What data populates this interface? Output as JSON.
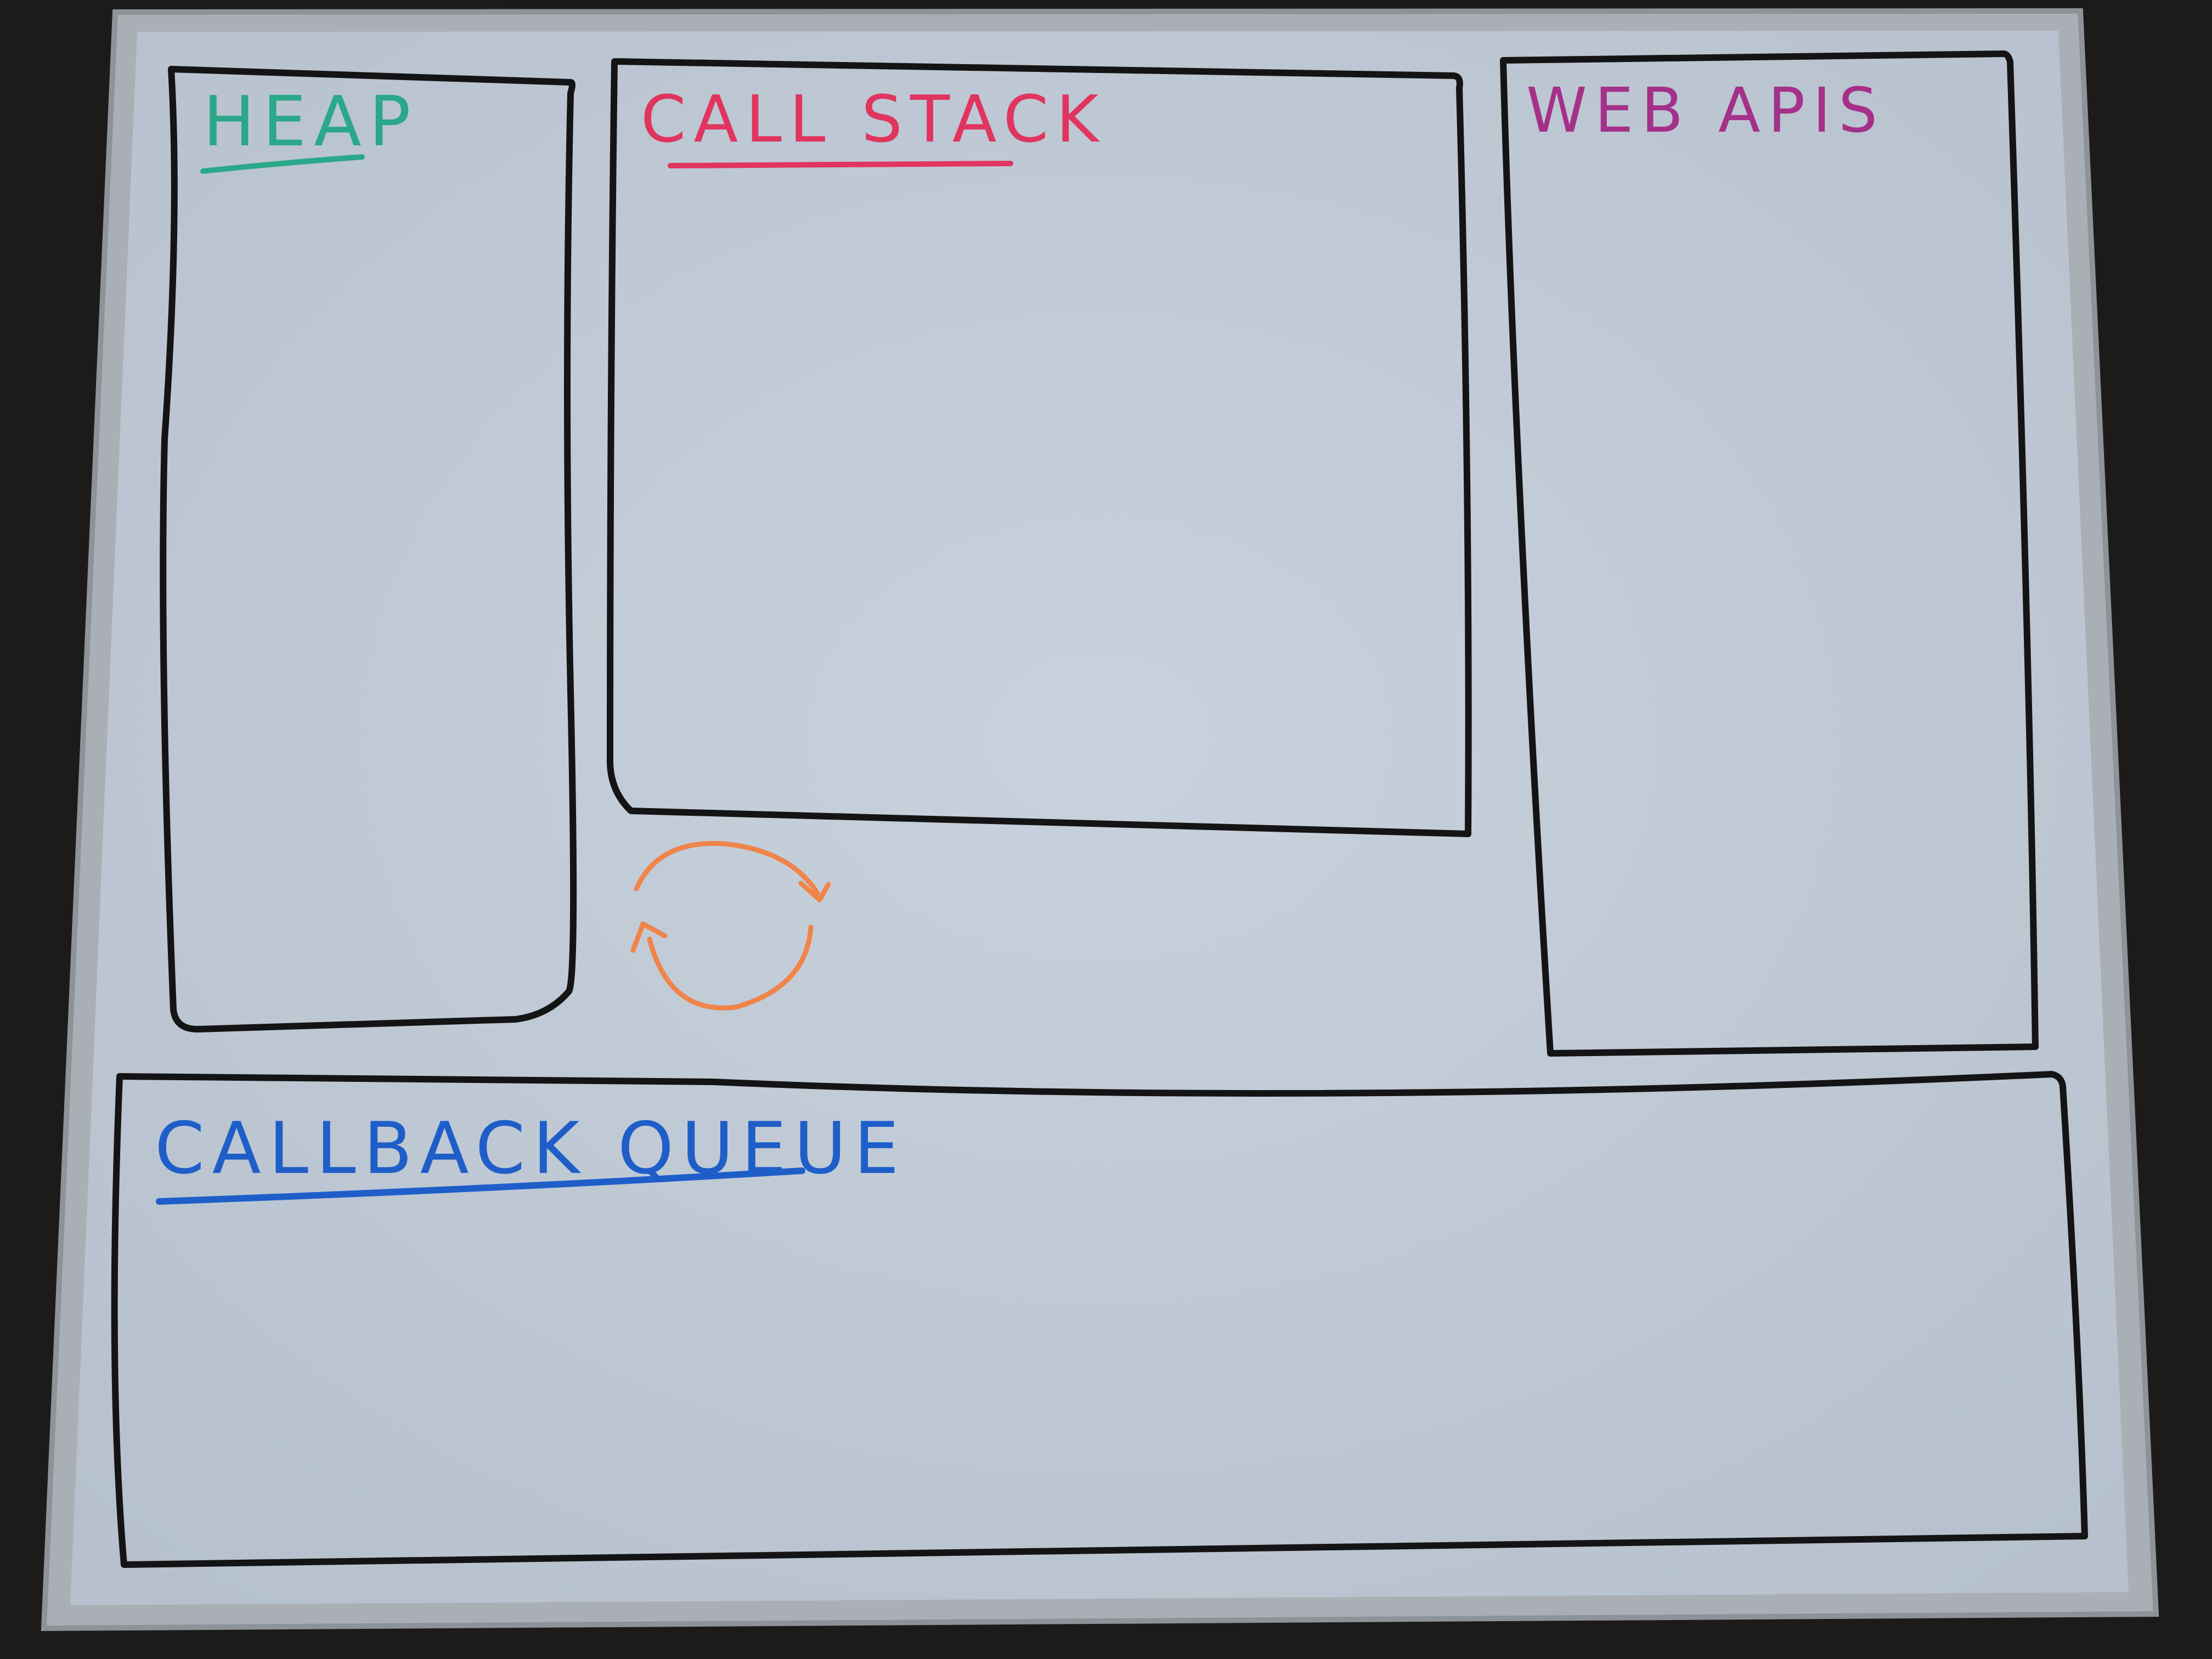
{
  "board": {
    "colors": {
      "surface": "#c3cdd8",
      "frame": "#a9afb5",
      "ink": "#141414",
      "heap": "#2aa889",
      "call_stack": "#e0355e",
      "web_apis": "#a5308a",
      "callback_queue": "#1f5ec9",
      "event_loop": "#f0844a"
    }
  },
  "regions": {
    "heap": {
      "label": "HEAP"
    },
    "call_stack": {
      "label": "CALL STACK"
    },
    "web_apis": {
      "label": "WEB APIS"
    },
    "callback_queue": {
      "label": "CALLBACK QUEUE"
    }
  },
  "event_loop": {
    "icon": "event-loop-cycle-icon"
  }
}
